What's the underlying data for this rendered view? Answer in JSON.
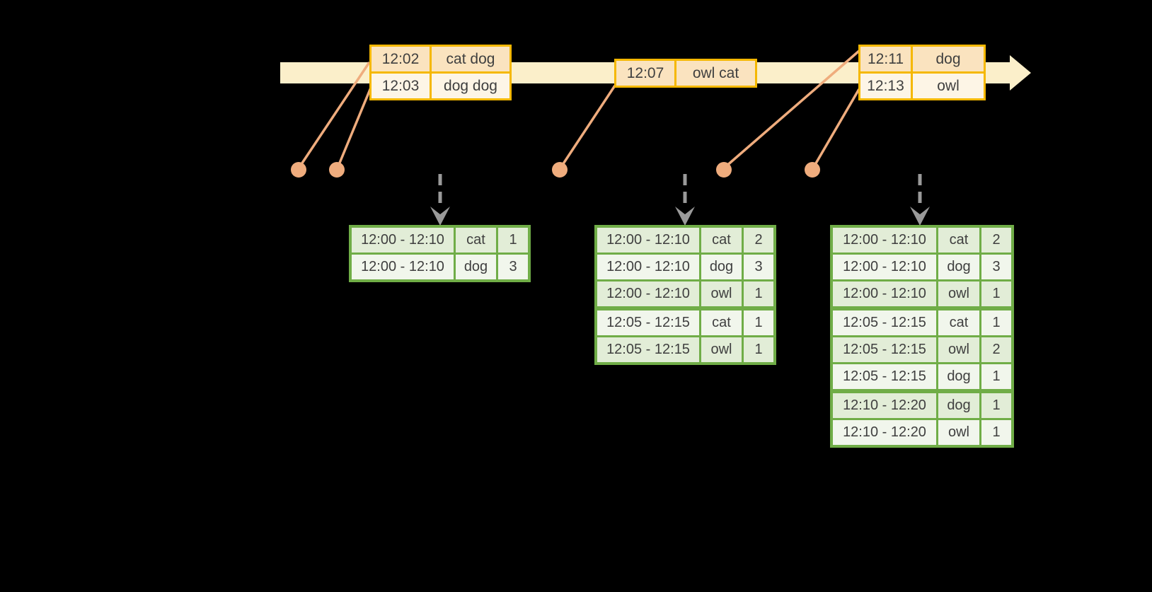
{
  "diagram": {
    "kind": "windowed-grouped-aggregation-timeline",
    "icons": {
      "timeline_arrow": "timeline-arrow",
      "event_marker": "event-marker-dot",
      "trigger_arrow": "trigger-arrow-icon"
    },
    "colors": {
      "background": "#000000",
      "timeline_band": "#fbefca",
      "event_table_border": "#f5b800",
      "event_row_dark": "#fae3bf",
      "event_row_light": "#fdf5e6",
      "connector": "#efac7d",
      "trigger_arrow": "#9a9a9a",
      "result_table_border": "#70ad47",
      "result_row_dark": "#e2edd7",
      "result_row_light": "#f1f6ec",
      "text": "#3f3f3f"
    }
  },
  "event_tables": [
    {
      "rows": [
        {
          "time": "12:02",
          "words": "cat dog"
        },
        {
          "time": "12:03",
          "words": "dog dog"
        }
      ]
    },
    {
      "rows": [
        {
          "time": "12:07",
          "words": "owl cat"
        }
      ]
    },
    {
      "rows": [
        {
          "time": "12:11",
          "words": "dog"
        },
        {
          "time": "12:13",
          "words": "owl"
        }
      ]
    }
  ],
  "result_tables": [
    {
      "rows": [
        {
          "window": "12:00 - 12:10",
          "word": "cat",
          "count": "1"
        },
        {
          "window": "12:00 - 12:10",
          "word": "dog",
          "count": "3"
        }
      ]
    },
    {
      "rows": [
        {
          "window": "12:00 - 12:10",
          "word": "cat",
          "count": "2"
        },
        {
          "window": "12:00 - 12:10",
          "word": "dog",
          "count": "3"
        },
        {
          "window": "12:00 - 12:10",
          "word": "owl",
          "count": "1"
        },
        {
          "window": "12:05 - 12:15",
          "word": "cat",
          "count": "1"
        },
        {
          "window": "12:05 - 12:15",
          "word": "owl",
          "count": "1"
        }
      ]
    },
    {
      "rows": [
        {
          "window": "12:00 - 12:10",
          "word": "cat",
          "count": "2"
        },
        {
          "window": "12:00 - 12:10",
          "word": "dog",
          "count": "3"
        },
        {
          "window": "12:00 - 12:10",
          "word": "owl",
          "count": "1"
        },
        {
          "window": "12:05 - 12:15",
          "word": "cat",
          "count": "1"
        },
        {
          "window": "12:05 - 12:15",
          "word": "owl",
          "count": "2"
        },
        {
          "window": "12:05 - 12:15",
          "word": "dog",
          "count": "1"
        },
        {
          "window": "12:10 - 12:20",
          "word": "dog",
          "count": "1"
        },
        {
          "window": "12:10 - 12:20",
          "word": "owl",
          "count": "1"
        }
      ]
    }
  ]
}
